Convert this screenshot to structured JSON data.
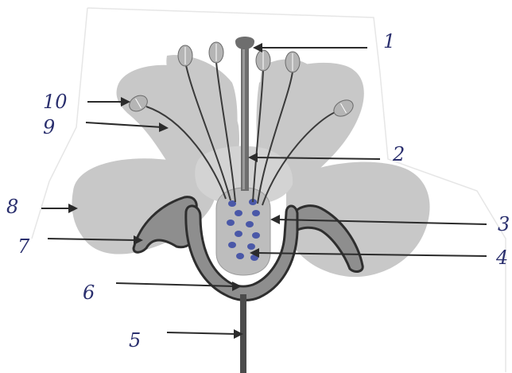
{
  "diagram": {
    "labels": [
      "1",
      "2",
      "3",
      "4",
      "5",
      "6",
      "7",
      "8",
      "9",
      "10"
    ]
  },
  "colors": {
    "petal": "#c8c8c8",
    "petal_light": "#d3d3d3",
    "sepal": "#8e8e8e",
    "sepal_edge": "#2e2e2e",
    "ovary": "#bdbdbd",
    "ovule": "#4a58a8",
    "style": "#6e6e6e",
    "filament": "#3a3a3a",
    "anther": "#b5b5b5",
    "stalk": "#4b4b4b",
    "ink": "#2a2f6e",
    "pointer": "#2b2b2b"
  }
}
